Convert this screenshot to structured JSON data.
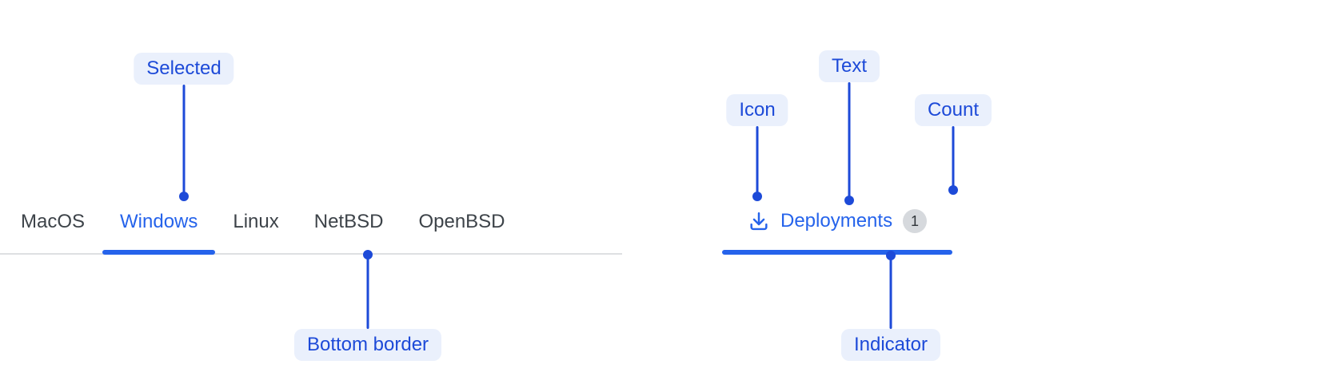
{
  "figure": {
    "background": "#FFFFFF",
    "accent_color": "#2563EB",
    "annotation_color": "#1D4AD8",
    "annotation_bg": "#EAF0FC",
    "tab_text_color": "#3D4349",
    "divider_color": "#DEE0E2",
    "badge_bg": "#D6D9DD",
    "badge_text": "#30353A"
  },
  "os_tabs": {
    "items": [
      {
        "label": "MacOS",
        "selected": false
      },
      {
        "label": "Windows",
        "selected": true
      },
      {
        "label": "Linux",
        "selected": false
      },
      {
        "label": "NetBSD",
        "selected": false
      },
      {
        "label": "OpenBSD",
        "selected": false
      }
    ]
  },
  "deployments_tab": {
    "icon": "download-icon",
    "label": "Deployments",
    "count": "1"
  },
  "callouts": {
    "selected": "Selected",
    "bottom_border": "Bottom border",
    "icon": "Icon",
    "text": "Text",
    "count": "Count",
    "indicator": "Indicator"
  }
}
